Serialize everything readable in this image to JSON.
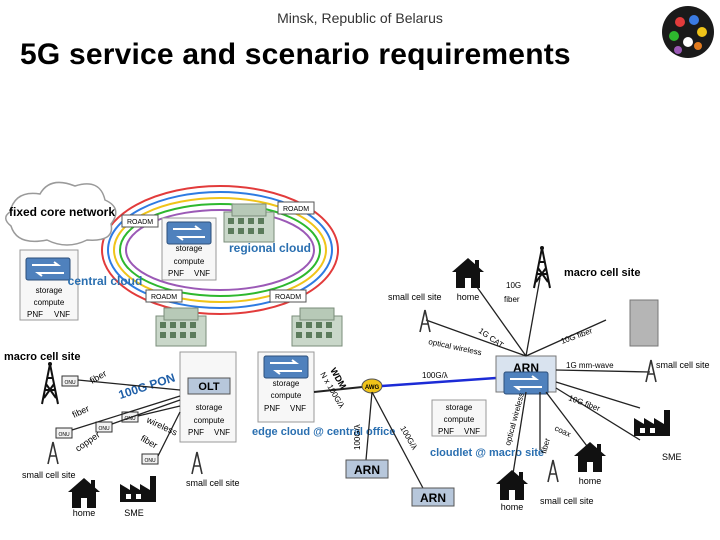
{
  "header": {
    "subtitle": "Minsk, Republic of Belarus",
    "title": "5G service and scenario requirements"
  },
  "diagram": {
    "core": "fixed core network",
    "roadm": "ROADM",
    "storage": "storage",
    "compute": "compute",
    "pnf": "PNF",
    "vnf": "VNF",
    "regional_cloud": "regional cloud",
    "central_cloud": "central cloud",
    "macro_cell_site": "macro cell site",
    "onu": "ONU",
    "olt": "OLT",
    "pon": "100G PON",
    "fiber": "fiber",
    "copper": "copper",
    "wireless": "wireless",
    "small_cell_site": "small cell site",
    "home": "home",
    "sme": "SME",
    "edge_cloud": "edge cloud @ central office",
    "arn": "ARN",
    "awg": "AWG",
    "wdm": "WDM",
    "nx": "N x 100G/λ",
    "g100": "100G/λ",
    "cloudlet": "cloudlet @ macro site",
    "g10": "10G",
    "g10_fiber": "10G fiber",
    "g1_cat": "1G CAT",
    "optical_wireless": "optical wireless",
    "g1_mmwave": "1G mm-wave",
    "coax": "coax"
  },
  "colors": {
    "cloud_border": "#9a9a9a",
    "pon_text": "#1f5fa8",
    "cloud_text": "#2a6fb0",
    "arn_bg": "#b7c7db",
    "link_blue": "#1c2bd6"
  }
}
